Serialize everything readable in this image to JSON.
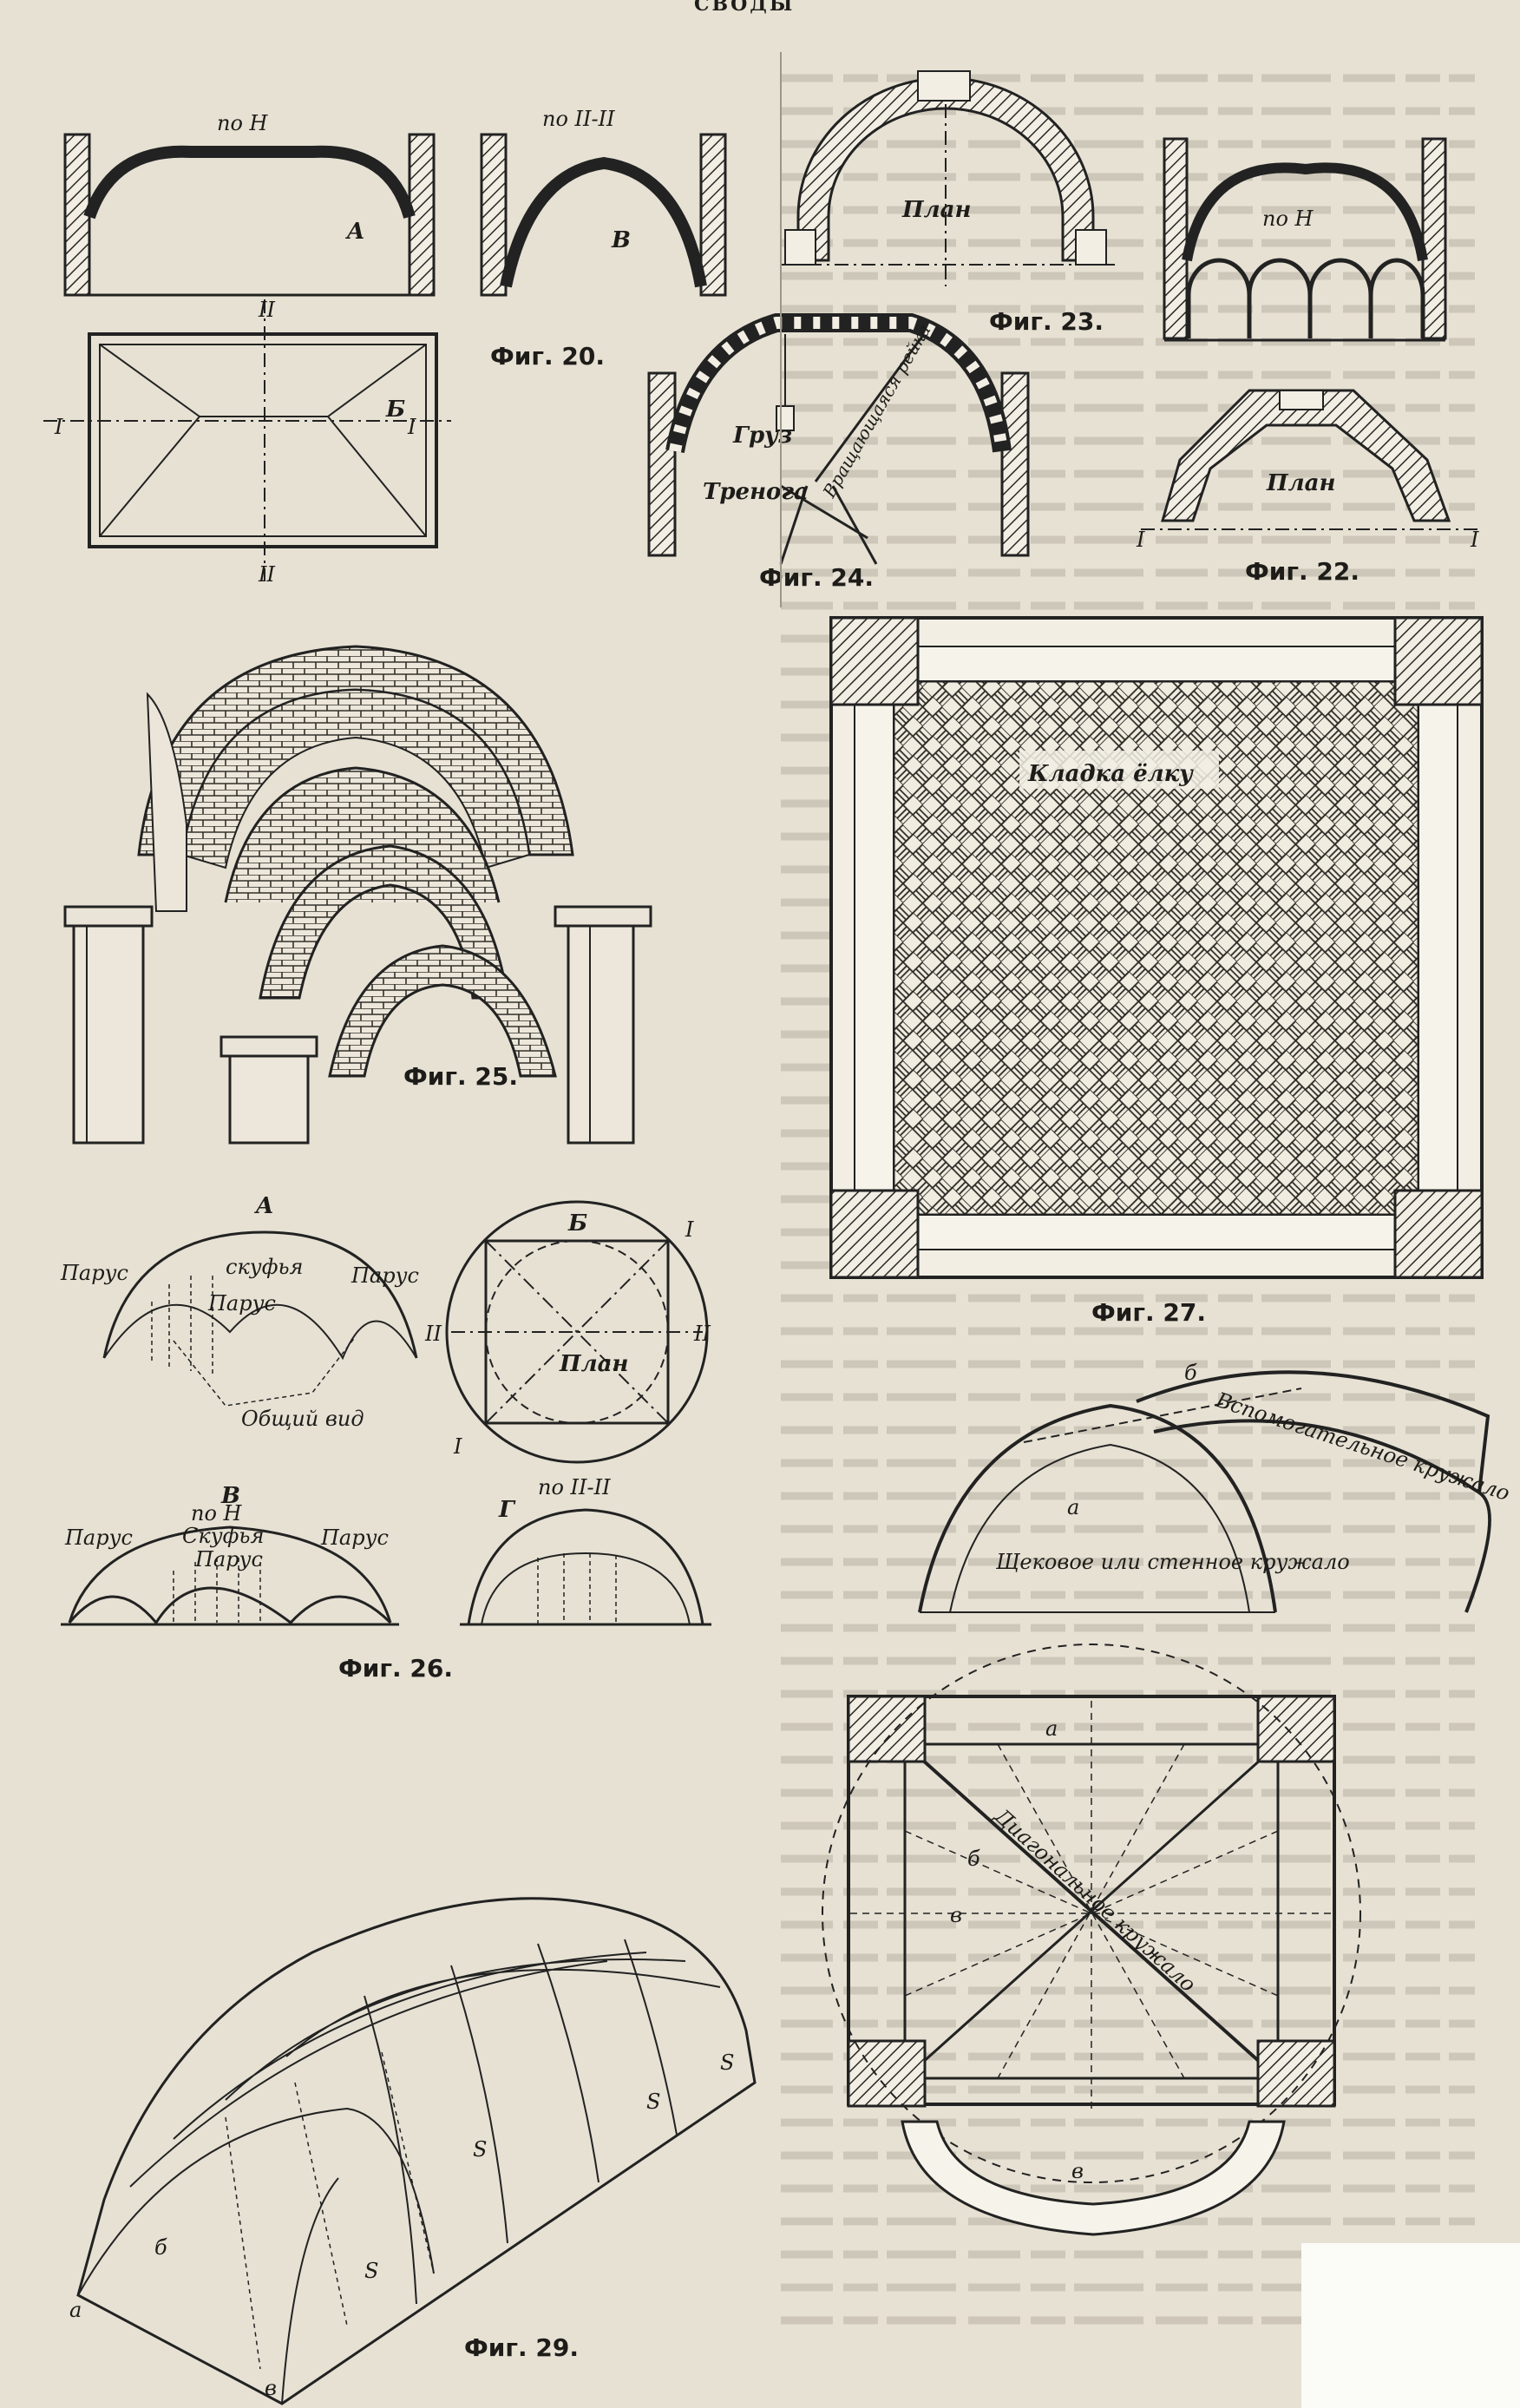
{
  "page": {
    "header": "СВОДЫ"
  },
  "figures": {
    "fig20": {
      "caption": "Фиг. 20.",
      "labels": {
        "a_section": "по H",
        "a_letter": "A",
        "b_section": "по II-II",
        "b_letter": "B",
        "plan_letter": "Б",
        "axis1_left": "I",
        "axis1_right": "I",
        "axis2_top": "II",
        "axis2_bottom": "II"
      }
    },
    "fig22": {
      "caption": "Фиг. 22.",
      "labels": {
        "section": "по H",
        "plan": "План",
        "axis_left": "I",
        "axis_right": "I"
      }
    },
    "fig23": {
      "caption": "Фиг. 23.",
      "labels": {
        "plan": "План"
      }
    },
    "fig24": {
      "caption": "Фиг. 24.",
      "labels": {
        "weight": "Груз",
        "rail": "Вращающаяся рейка",
        "tripod": "Тренога"
      }
    },
    "fig25": {
      "caption": "Фиг. 25."
    },
    "fig26": {
      "caption": "Фиг. 26.",
      "labels": {
        "a_letter": "A",
        "sail_left": "Парус",
        "skufya": "скуфья",
        "sail_right": "Парус",
        "sail_center": "Парус",
        "general_view": "Общий вид",
        "b_letter": "Б",
        "plan": "План",
        "axis1_top": "I",
        "axis1_bottom": "I",
        "axis2_left": "II",
        "axis2_right": "II",
        "v_letter": "B",
        "v_section": "по H",
        "v_sail_left": "Парус",
        "v_skufya": "Скуфья",
        "v_sail_right": "Парус",
        "v_sail_center": "Парус",
        "g_letter": "Г",
        "g_section": "по II-II"
      }
    },
    "fig27": {
      "caption": "Фиг. 27.",
      "labels": {
        "masonry": "Кладка ёлку"
      }
    },
    "fig28": {
      "labels": {
        "aux_centering": "Вспомогательное кружало",
        "letter_b": "б",
        "wall_centering": "Щековое или стенное кружало",
        "letter_a": "а",
        "diagonal": "Диагональное кружало",
        "letter_a2": "а",
        "letter_b2": "б",
        "letter_v": "в",
        "letter_v2": "в"
      }
    },
    "fig29": {
      "caption": "Фиг. 29.",
      "labels": {
        "a": "а",
        "b": "б",
        "v": "в",
        "s1": "S",
        "s2": "S",
        "s3": "S",
        "s4": "S"
      }
    }
  }
}
